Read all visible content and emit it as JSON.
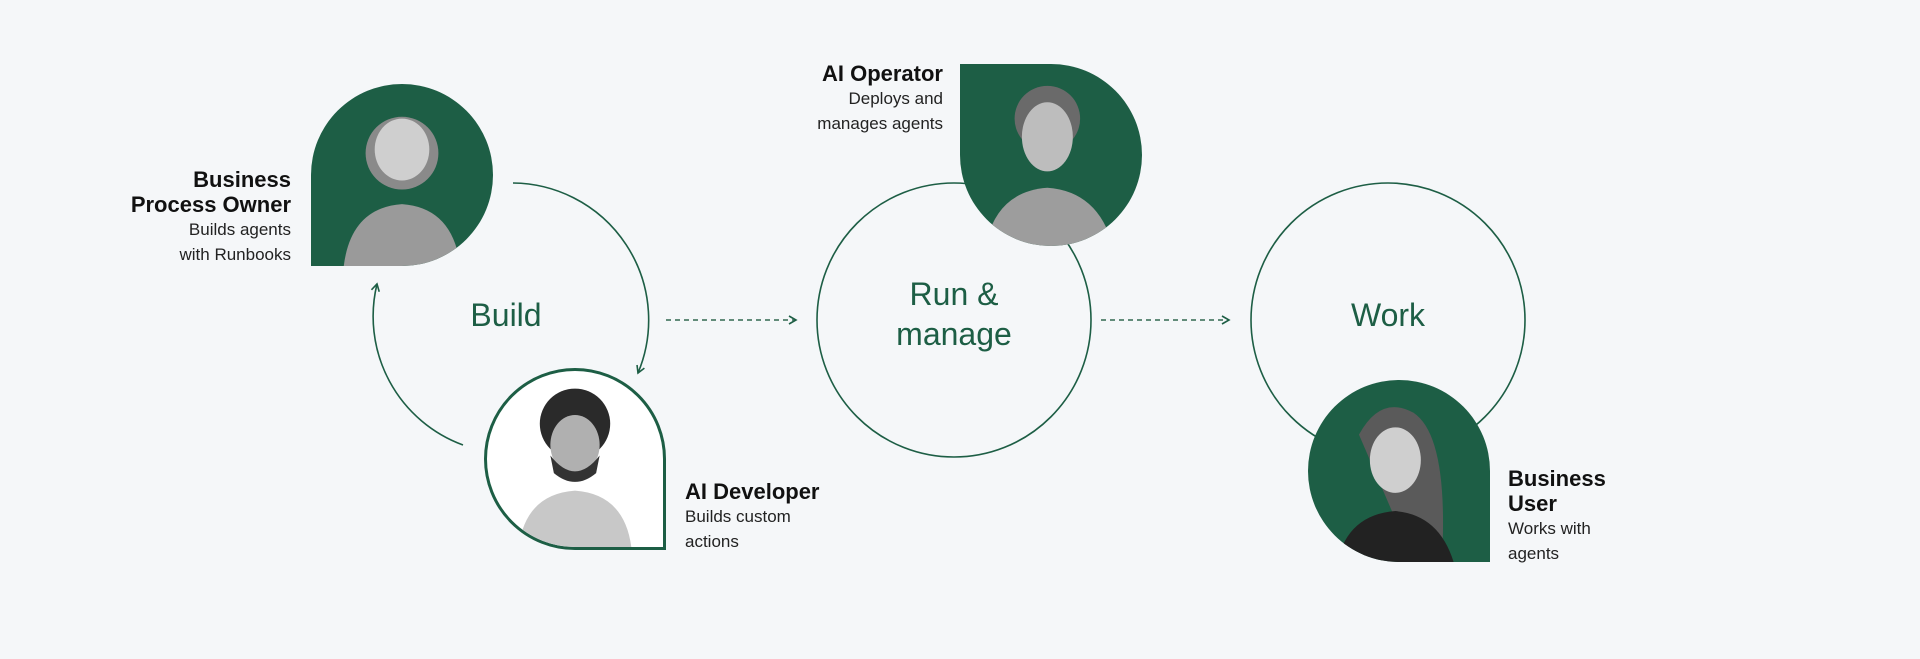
{
  "colors": {
    "accent": "#1d5e45",
    "background": "#f5f7f9"
  },
  "stages": [
    {
      "label": "Build"
    },
    {
      "label_line1": "Run &",
      "label_line2": "manage"
    },
    {
      "label": "Work"
    }
  ],
  "roles": [
    {
      "title_line1": "Business",
      "title_line2": "Process Owner",
      "desc_line1": "Builds agents",
      "desc_line2": "with Runbooks"
    },
    {
      "title": "AI Developer",
      "desc_line1": "Builds custom",
      "desc_line2": "actions"
    },
    {
      "title": "AI Operator",
      "desc_line1": "Deploys and",
      "desc_line2": "manages agents"
    },
    {
      "title_line1": "Business",
      "title_line2": "User",
      "desc_line1": "Works with",
      "desc_line2": "agents"
    }
  ]
}
